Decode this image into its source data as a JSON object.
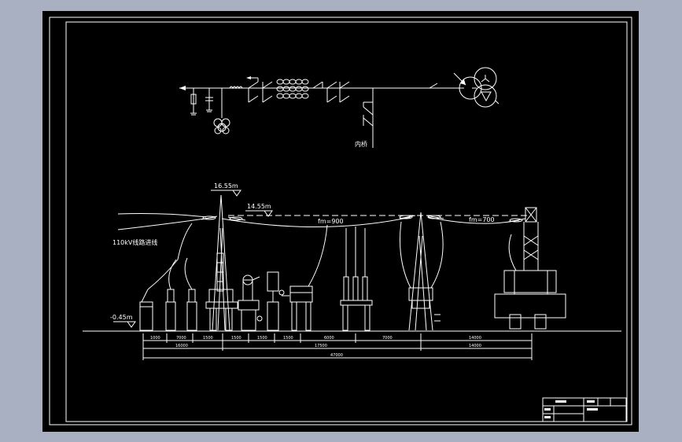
{
  "drawing": {
    "background_color": "#a9b0c2",
    "canvas_color": "#000000",
    "line_color": "#ffffff",
    "schematic": {
      "label_inner_bridge": "内桥"
    },
    "elevation": {
      "level_top": "16.55m",
      "level_mid": "14.55m",
      "level_ground": "-0.45m",
      "sag_left": "fm=900",
      "sag_right": "fm=700",
      "incoming_line": "110kV线路进线"
    },
    "dimensions": {
      "row1": [
        "1000",
        "7000",
        "1500",
        "1500",
        "1500",
        "1500",
        "6000",
        "7000",
        "14000"
      ],
      "row2": [
        "16000",
        "17500",
        "14000"
      ],
      "row3": [
        "47000"
      ]
    }
  }
}
